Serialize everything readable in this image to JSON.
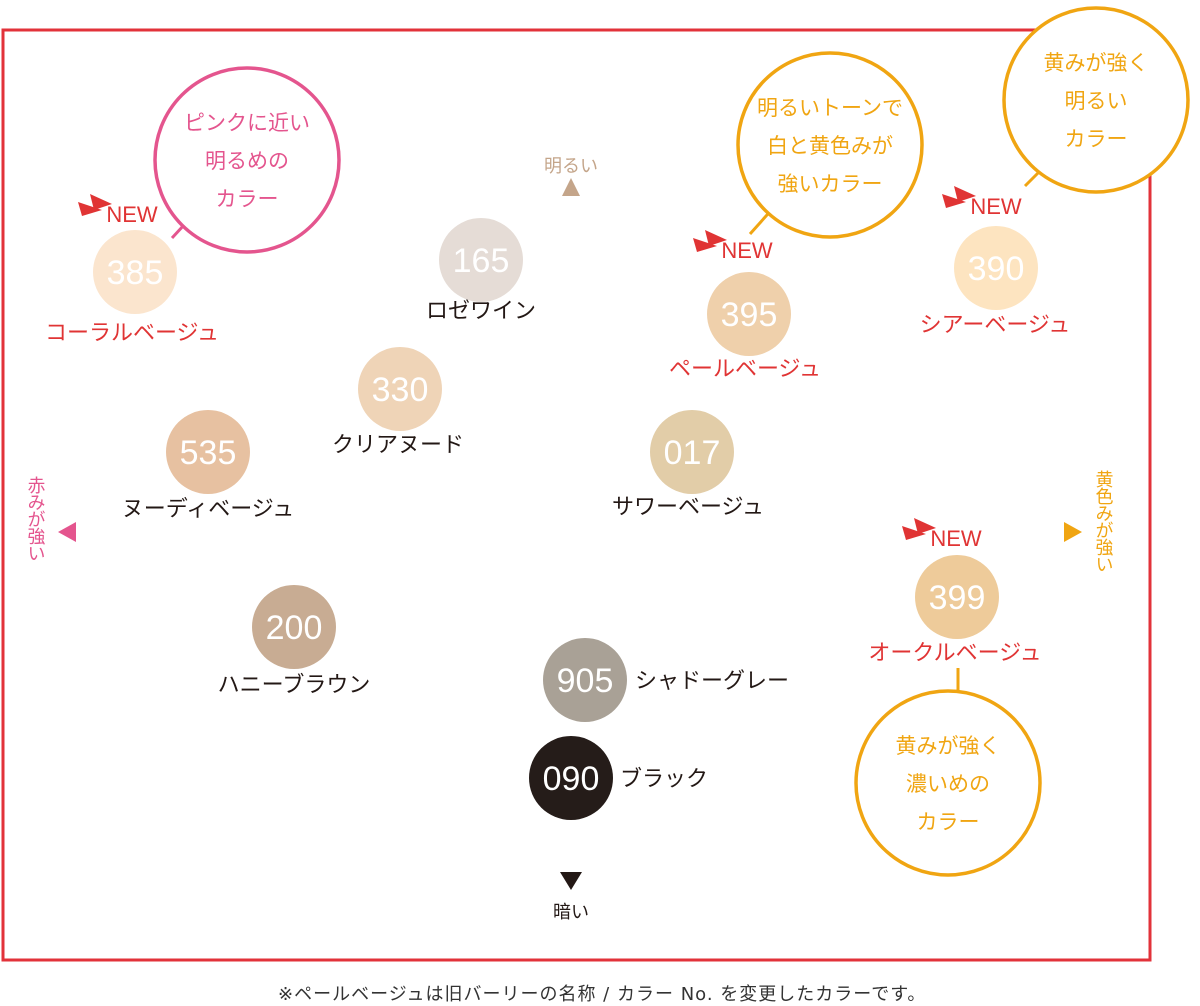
{
  "colors": {
    "frame": "#e2323a",
    "pink": "#e4558e",
    "orange": "#f0a512",
    "red_label": "#e03434",
    "dark_text": "#231815",
    "light_axis": "#c4a58a",
    "dark_axis": "#2b211c"
  },
  "axes": {
    "top": "明るい",
    "bottom": "暗い",
    "left": "赤みが強い",
    "right": "黄色みが強い"
  },
  "swatches": [
    {
      "id": "385",
      "num": "385",
      "label": "コーラルベージュ",
      "fill": "#fbe5ce",
      "label_color": "red",
      "is_new": true
    },
    {
      "id": "165",
      "num": "165",
      "label": "ロゼワイン",
      "fill": "#e5dcd6",
      "label_color": "dark",
      "is_new": false
    },
    {
      "id": "330",
      "num": "330",
      "label": "クリアヌード",
      "fill": "#efd4b7",
      "label_color": "dark",
      "is_new": false
    },
    {
      "id": "535",
      "num": "535",
      "label": "ヌーディベージュ",
      "fill": "#e7c1a1",
      "label_color": "dark",
      "is_new": false
    },
    {
      "id": "200",
      "num": "200",
      "label": "ハニーブラウン",
      "fill": "#c8ac93",
      "label_color": "dark",
      "is_new": false
    },
    {
      "id": "395",
      "num": "395",
      "label": "ペールベージュ",
      "fill": "#efd0ab",
      "label_color": "red",
      "is_new": true
    },
    {
      "id": "017",
      "num": "017",
      "label": "サワーベージュ",
      "fill": "#e2cda8",
      "label_color": "dark",
      "is_new": false
    },
    {
      "id": "390",
      "num": "390",
      "label": "シアーベージュ",
      "fill": "#fde4c0",
      "label_color": "red",
      "is_new": true
    },
    {
      "id": "399",
      "num": "399",
      "label": "オークルベージュ",
      "fill": "#eecb9a",
      "label_color": "red",
      "is_new": true
    },
    {
      "id": "905",
      "num": "905",
      "label": "シャドーグレー",
      "fill": "#a9a196",
      "label_color": "dark",
      "is_new": false
    },
    {
      "id": "090",
      "num": "090",
      "label": "ブラック",
      "fill": "#251c19",
      "label_color": "dark",
      "is_new": false
    }
  ],
  "new_badge": "NEW",
  "bubbles": [
    {
      "id": "pink-light",
      "lines": [
        "ピンクに近い",
        "明るめの",
        "カラー"
      ],
      "color": "pink"
    },
    {
      "id": "bright-tone",
      "lines": [
        "明るいトーンで",
        "白と黄色みが",
        "強いカラー"
      ],
      "color": "orange"
    },
    {
      "id": "yellow-bright",
      "lines": [
        "黄みが強く",
        "明るい",
        "カラー"
      ],
      "color": "orange"
    },
    {
      "id": "yellow-dark",
      "lines": [
        "黄みが強く",
        "濃いめの",
        "カラー"
      ],
      "color": "orange"
    }
  ],
  "footnote": "※ペールベージュは旧バーリーの名称 / カラー No. を変更したカラーです。"
}
